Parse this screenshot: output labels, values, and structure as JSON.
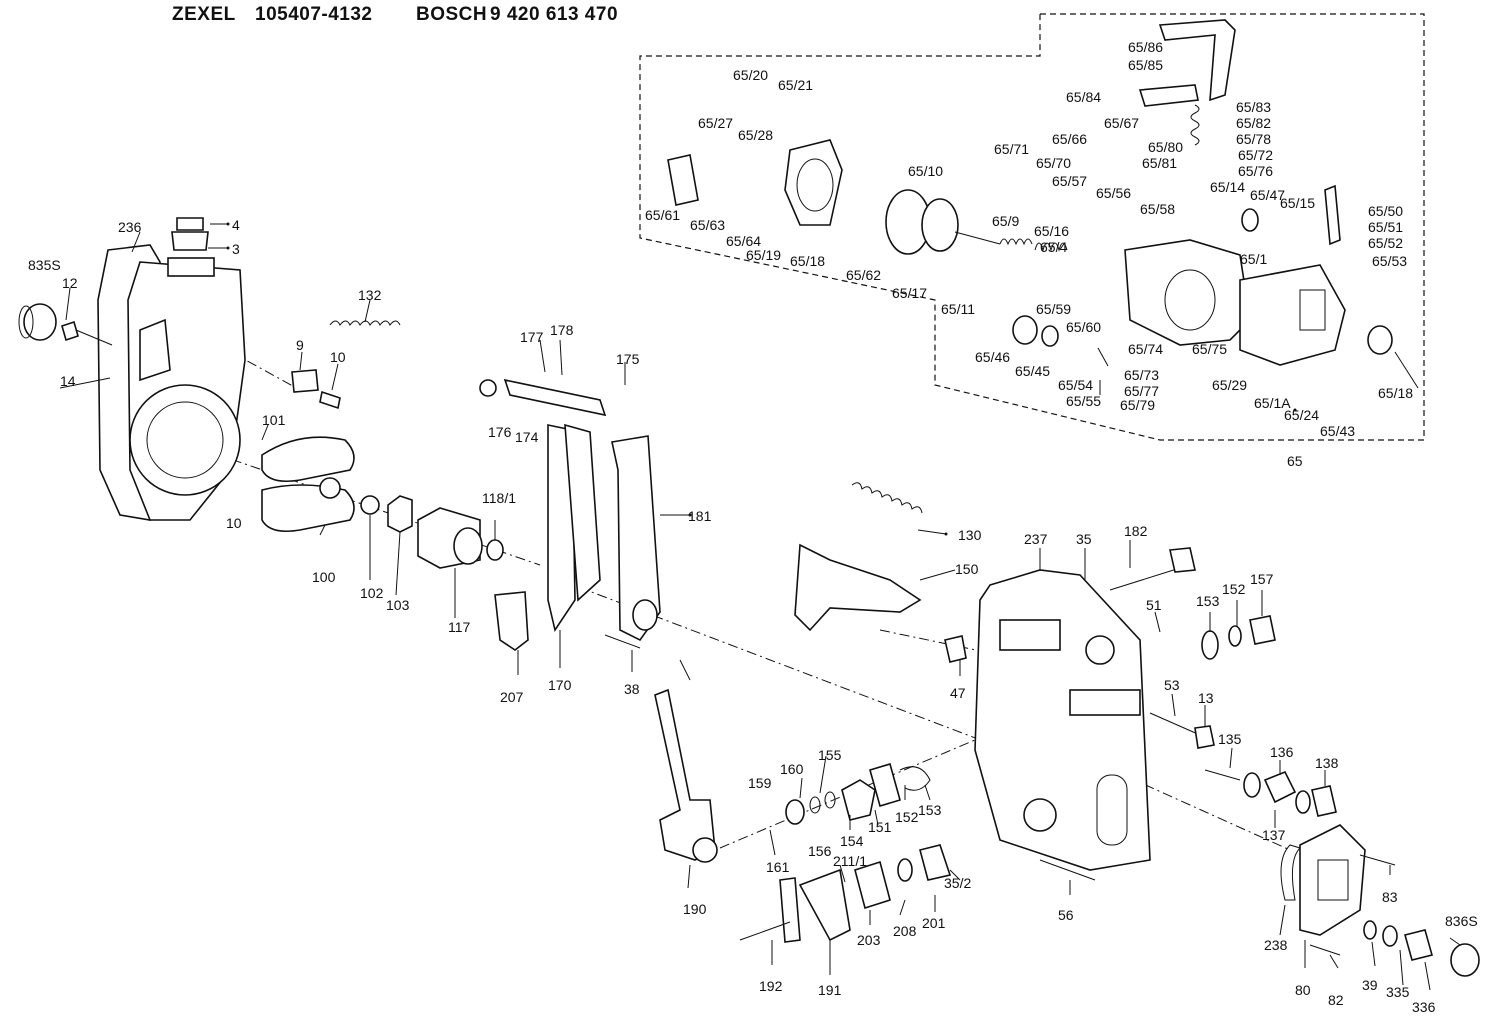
{
  "header": {
    "maker1": "ZEXEL",
    "code1": "105407-4132",
    "maker2": "BOSCH",
    "code2": "9 420 613 470"
  },
  "labels": [
    "4",
    "3",
    "236",
    "835S",
    "12",
    "14",
    "132",
    "9",
    "10",
    "10",
    "101",
    "100",
    "102",
    "103",
    "117",
    "118/1",
    "177",
    "178",
    "175",
    "176",
    "174",
    "181",
    "207",
    "170",
    "38",
    "130",
    "150",
    "237",
    "35",
    "182",
    "51",
    "153",
    "152",
    "157",
    "47",
    "53",
    "13",
    "135",
    "136",
    "138",
    "137",
    "155",
    "160",
    "159",
    "154",
    "151",
    "152",
    "153",
    "161",
    "156",
    "211/1",
    "190",
    "203",
    "208",
    "201",
    "35/2",
    "56",
    "83",
    "836S",
    "238",
    "80",
    "82",
    "39",
    "335",
    "336",
    "192",
    "191",
    "65/86",
    "65/85",
    "65/84",
    "65/83",
    "65/82",
    "65/78",
    "65/80",
    "65/72",
    "65/76",
    "65/81",
    "65/20",
    "65/21",
    "65/27",
    "65/28",
    "65/61",
    "65/63",
    "65/64",
    "65/19",
    "65/18",
    "65/62",
    "65/10",
    "65/17",
    "65/11",
    "65/9",
    "65/16",
    "65/4",
    "65/59",
    "65/60",
    "65/46",
    "65/45",
    "65/54",
    "65/55",
    "65/71",
    "65/70",
    "65/66",
    "65/67",
    "65/57",
    "65/56",
    "65/58",
    "65/14",
    "65/47",
    "65/15",
    "65/50",
    "65/51",
    "65/52",
    "65/53",
    "65/1",
    "65/74",
    "65/75",
    "65/73",
    "65/77",
    "65/79",
    "65/29",
    "65/1A",
    "65/24",
    "65/43",
    "65/18",
    "65"
  ]
}
